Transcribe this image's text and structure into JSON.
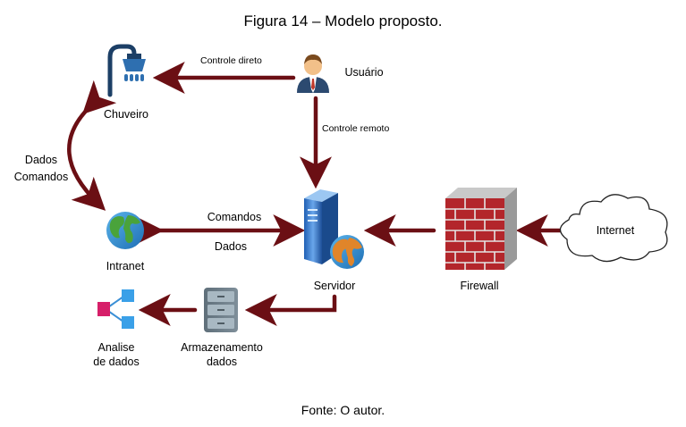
{
  "figure": {
    "title": "Figura 14 – Modelo proposto.",
    "source": "Fonte: O autor."
  },
  "nodes": {
    "chuveiro": "Chuveiro",
    "usuario": "Usuário",
    "intranet": "Intranet",
    "servidor": "Servidor",
    "firewall": "Firewall",
    "internet": "Internet",
    "armazenamento_line1": "Armazenamento",
    "armazenamento_line2": "dados",
    "analise_line1": "Analise",
    "analise_line2": "de dados"
  },
  "edges": {
    "controle_direto": "Controle direto",
    "controle_remoto": "Controle remoto",
    "dados_left": "Dados",
    "comandos_left": "Comandos",
    "comandos_mid": "Comandos",
    "dados_mid": "Dados"
  },
  "colors": {
    "arrow": "#6b0f14",
    "cloud_stroke": "#222222",
    "firewall_brick": "#b3262b"
  },
  "icons": [
    "shower-icon",
    "user-icon",
    "globe-icon",
    "server-icon",
    "firewall-icon",
    "cloud-icon",
    "storage-icon",
    "analytics-icon"
  ]
}
